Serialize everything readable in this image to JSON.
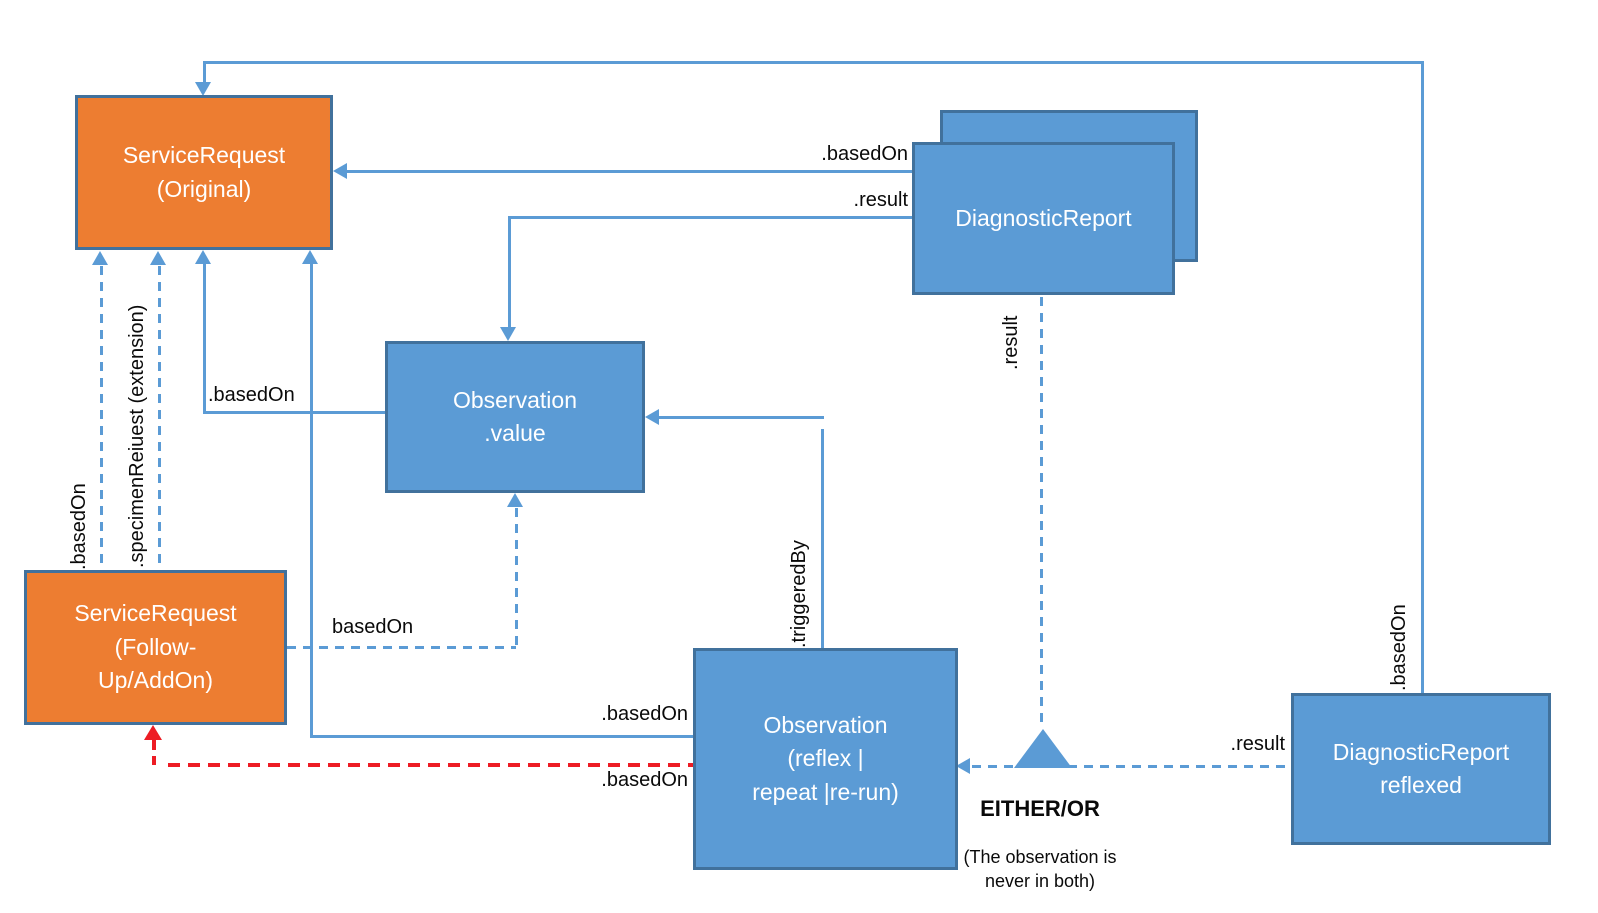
{
  "colors": {
    "orange": "#ED7D31",
    "blue": "#5B9BD5",
    "box-border": "#41719C",
    "red": "#ED1C24"
  },
  "boxes": {
    "sr_original": {
      "label": "ServiceRequest\n(Original)"
    },
    "dr_back": {
      "label": ""
    },
    "dr_front": {
      "label": "DiagnosticReport"
    },
    "obs_value": {
      "label": "Observation\n.value"
    },
    "sr_followup": {
      "label": "ServiceRequest\n(Follow-\nUp/AddOn)"
    },
    "obs_reflex": {
      "label": "Observation\n(reflex |\nrepeat |re-run)"
    },
    "dr_reflexed": {
      "label": "DiagnosticReport\nreflexed"
    }
  },
  "edge_labels": {
    "dr_basedOn": ".basedOn",
    "dr_result": ".result",
    "obsvalue_basedOn": ".basedOn",
    "followup_basedOn_vertical": ".basedOn",
    "followup_specimen": ".specimenReiuest (extension)",
    "followup_basedOn_dashed": "basedOn",
    "reflex_basedOn_solid": ".basedOn",
    "reflex_basedOn_red": ".basedOn",
    "reflex_triggeredBy": ".triggeredBy",
    "dr_result_vertical": ".result",
    "reflexed_result": ".result",
    "reflexed_basedOn_vertical": ".basedOn"
  },
  "annotation": {
    "either_or": "EITHER/OR",
    "note": "(The observation is\nnever in both)"
  }
}
